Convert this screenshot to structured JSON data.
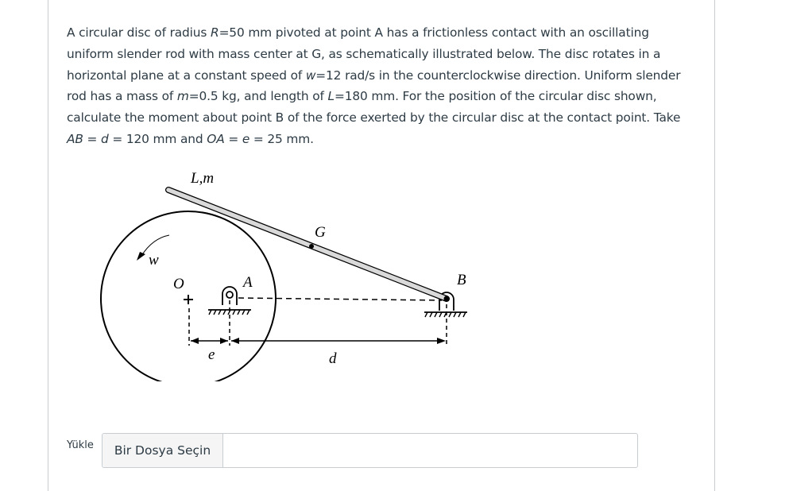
{
  "question": {
    "lines": [
      [
        "A circular disc of radius ",
        {
          "i": "R"
        },
        "=50 mm pivoted at point A has a frictionless contact with an oscillating"
      ],
      [
        "uniform slender rod with mass center at G, as schematically illustrated below. The disc rotates in a"
      ],
      [
        "horizontal plane at a constant speed of ",
        {
          "i": "w"
        },
        "=12 rad/s in the counterclockwise direction. Uniform slender"
      ],
      [
        "rod has a mass of ",
        {
          "i": "m"
        },
        "=0.5 kg, and length of ",
        {
          "i": "L"
        },
        "=180 mm. For the position of the circular disc shown,"
      ],
      [
        "calculate the moment about point B of the force  exerted by the circular disc at the contact point. Take"
      ],
      [
        {
          "i": "AB"
        },
        " = ",
        {
          "i": "d"
        },
        " = 120 mm and ",
        {
          "i": "OA"
        },
        " = ",
        {
          "i": "e"
        },
        " = 25 mm."
      ]
    ]
  },
  "figure": {
    "labels": {
      "rod": "L,m",
      "mass_center": "G",
      "omega": "w",
      "disc_center": "O",
      "pivot_a": "A",
      "pivot_b": "B",
      "offset": "e",
      "distance": "d"
    },
    "rod_color": "#d9d9d9"
  },
  "upload": {
    "label": "Yükle",
    "button_label": "Bir Dosya Seçin",
    "file_name": ""
  }
}
